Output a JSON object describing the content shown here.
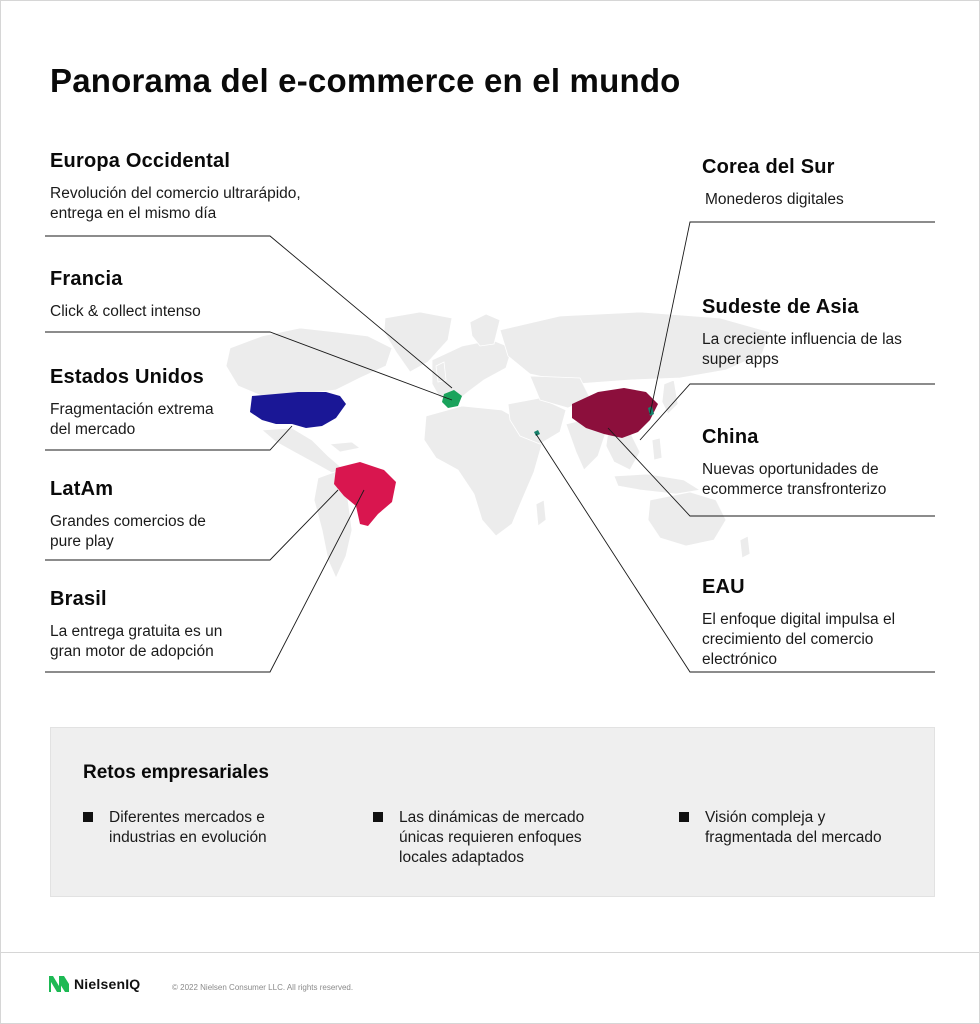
{
  "title": "Panorama del e-commerce en el mundo",
  "regions": {
    "europa": {
      "name": "Europa Occidental",
      "desc": "Revolución del comercio ultrarápido,\nentrega en el mismo día"
    },
    "francia": {
      "name": "Francia",
      "desc": "Click & collect intenso"
    },
    "usa": {
      "name": "Estados Unidos",
      "desc": "Fragmentación extrema\ndel mercado"
    },
    "latam": {
      "name": "LatAm",
      "desc": "Grandes comercios de\npure play"
    },
    "brasil": {
      "name": "Brasil",
      "desc": "La entrega gratuita es un\ngran motor de adopción"
    },
    "corea": {
      "name": "Corea del Sur",
      "desc": "Monederos digitales"
    },
    "sudeste": {
      "name": "Sudeste de Asia",
      "desc": "La creciente influencia de las\nsuper apps"
    },
    "china": {
      "name": "China",
      "desc": "Nuevas oportunidades de\necommerce transfronterizo"
    },
    "eau": {
      "name": "EAU",
      "desc": "El enfoque digital impulsa el\ncrecimiento del comercio\nelectrónico"
    }
  },
  "challenges": {
    "title": "Retos empresariales",
    "items": [
      "Diferentes mercados e\nindustrias en evolución",
      "Las dinámicas de mercado\núnicas requieren enfoques\nlocales adaptados",
      "Visión compleja y\nfragmentada del mercado"
    ]
  },
  "footer": {
    "brand": "NielsenIQ",
    "copyright": "© 2022 Nielsen Consumer LLC. All rights reserved."
  },
  "colors": {
    "usa": "#1a1796",
    "brasil": "#d9164f",
    "china": "#8c0f3c",
    "francia": "#1aa35c",
    "corea": "#16806a",
    "land": "#ececec",
    "logo": "#1db954"
  }
}
